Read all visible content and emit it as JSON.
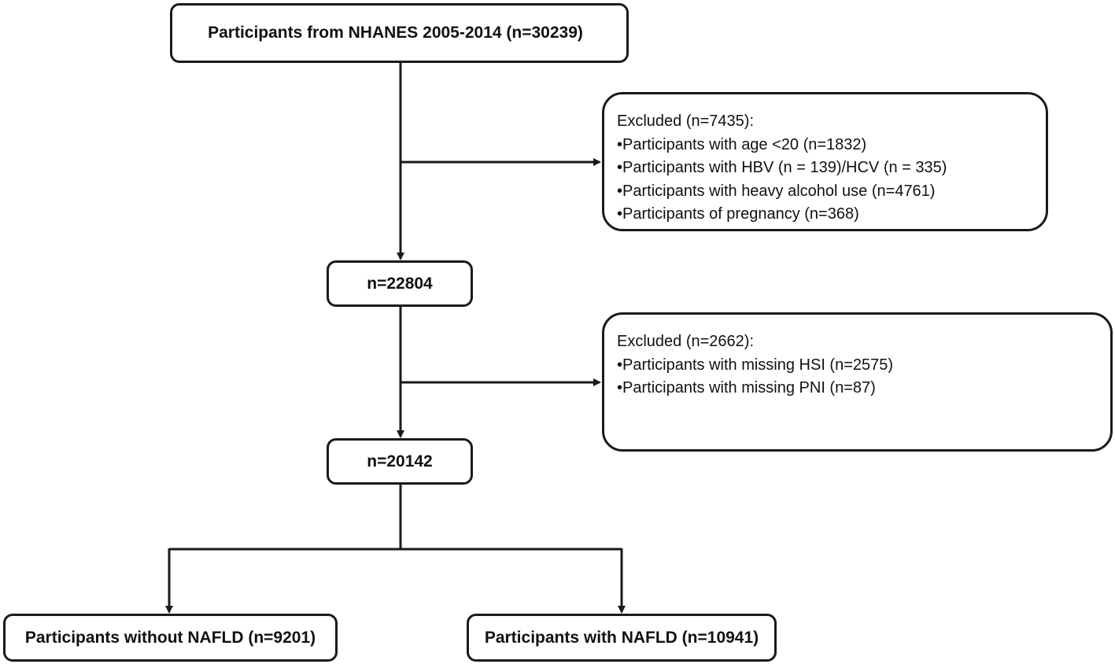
{
  "flowchart": {
    "top_box": "Participants from NHANES 2005-2014 (n=30239)",
    "exclusion_1": {
      "title": "Excluded (n=7435):",
      "items": [
        "Participants with age <20 (n=1832)",
        "Participants with HBV (n = 139)/HCV (n = 335)",
        "Participants with heavy alcohol use (n=4761)",
        "Participants of pregnancy (n=368)"
      ]
    },
    "count_1": "n=22804",
    "exclusion_2": {
      "title": "Excluded (n=2662):",
      "items": [
        "Participants with missing HSI (n=2575)",
        "Participants with missing PNI (n=87)"
      ]
    },
    "count_2": "n=20142",
    "group_without": "Participants without NAFLD (n=9201)",
    "group_with": "Participants with NAFLD (n=10941)"
  },
  "colors": {
    "line": "#1a1a1a",
    "box_border": "#1a1a1a",
    "background": "#ffffff"
  }
}
